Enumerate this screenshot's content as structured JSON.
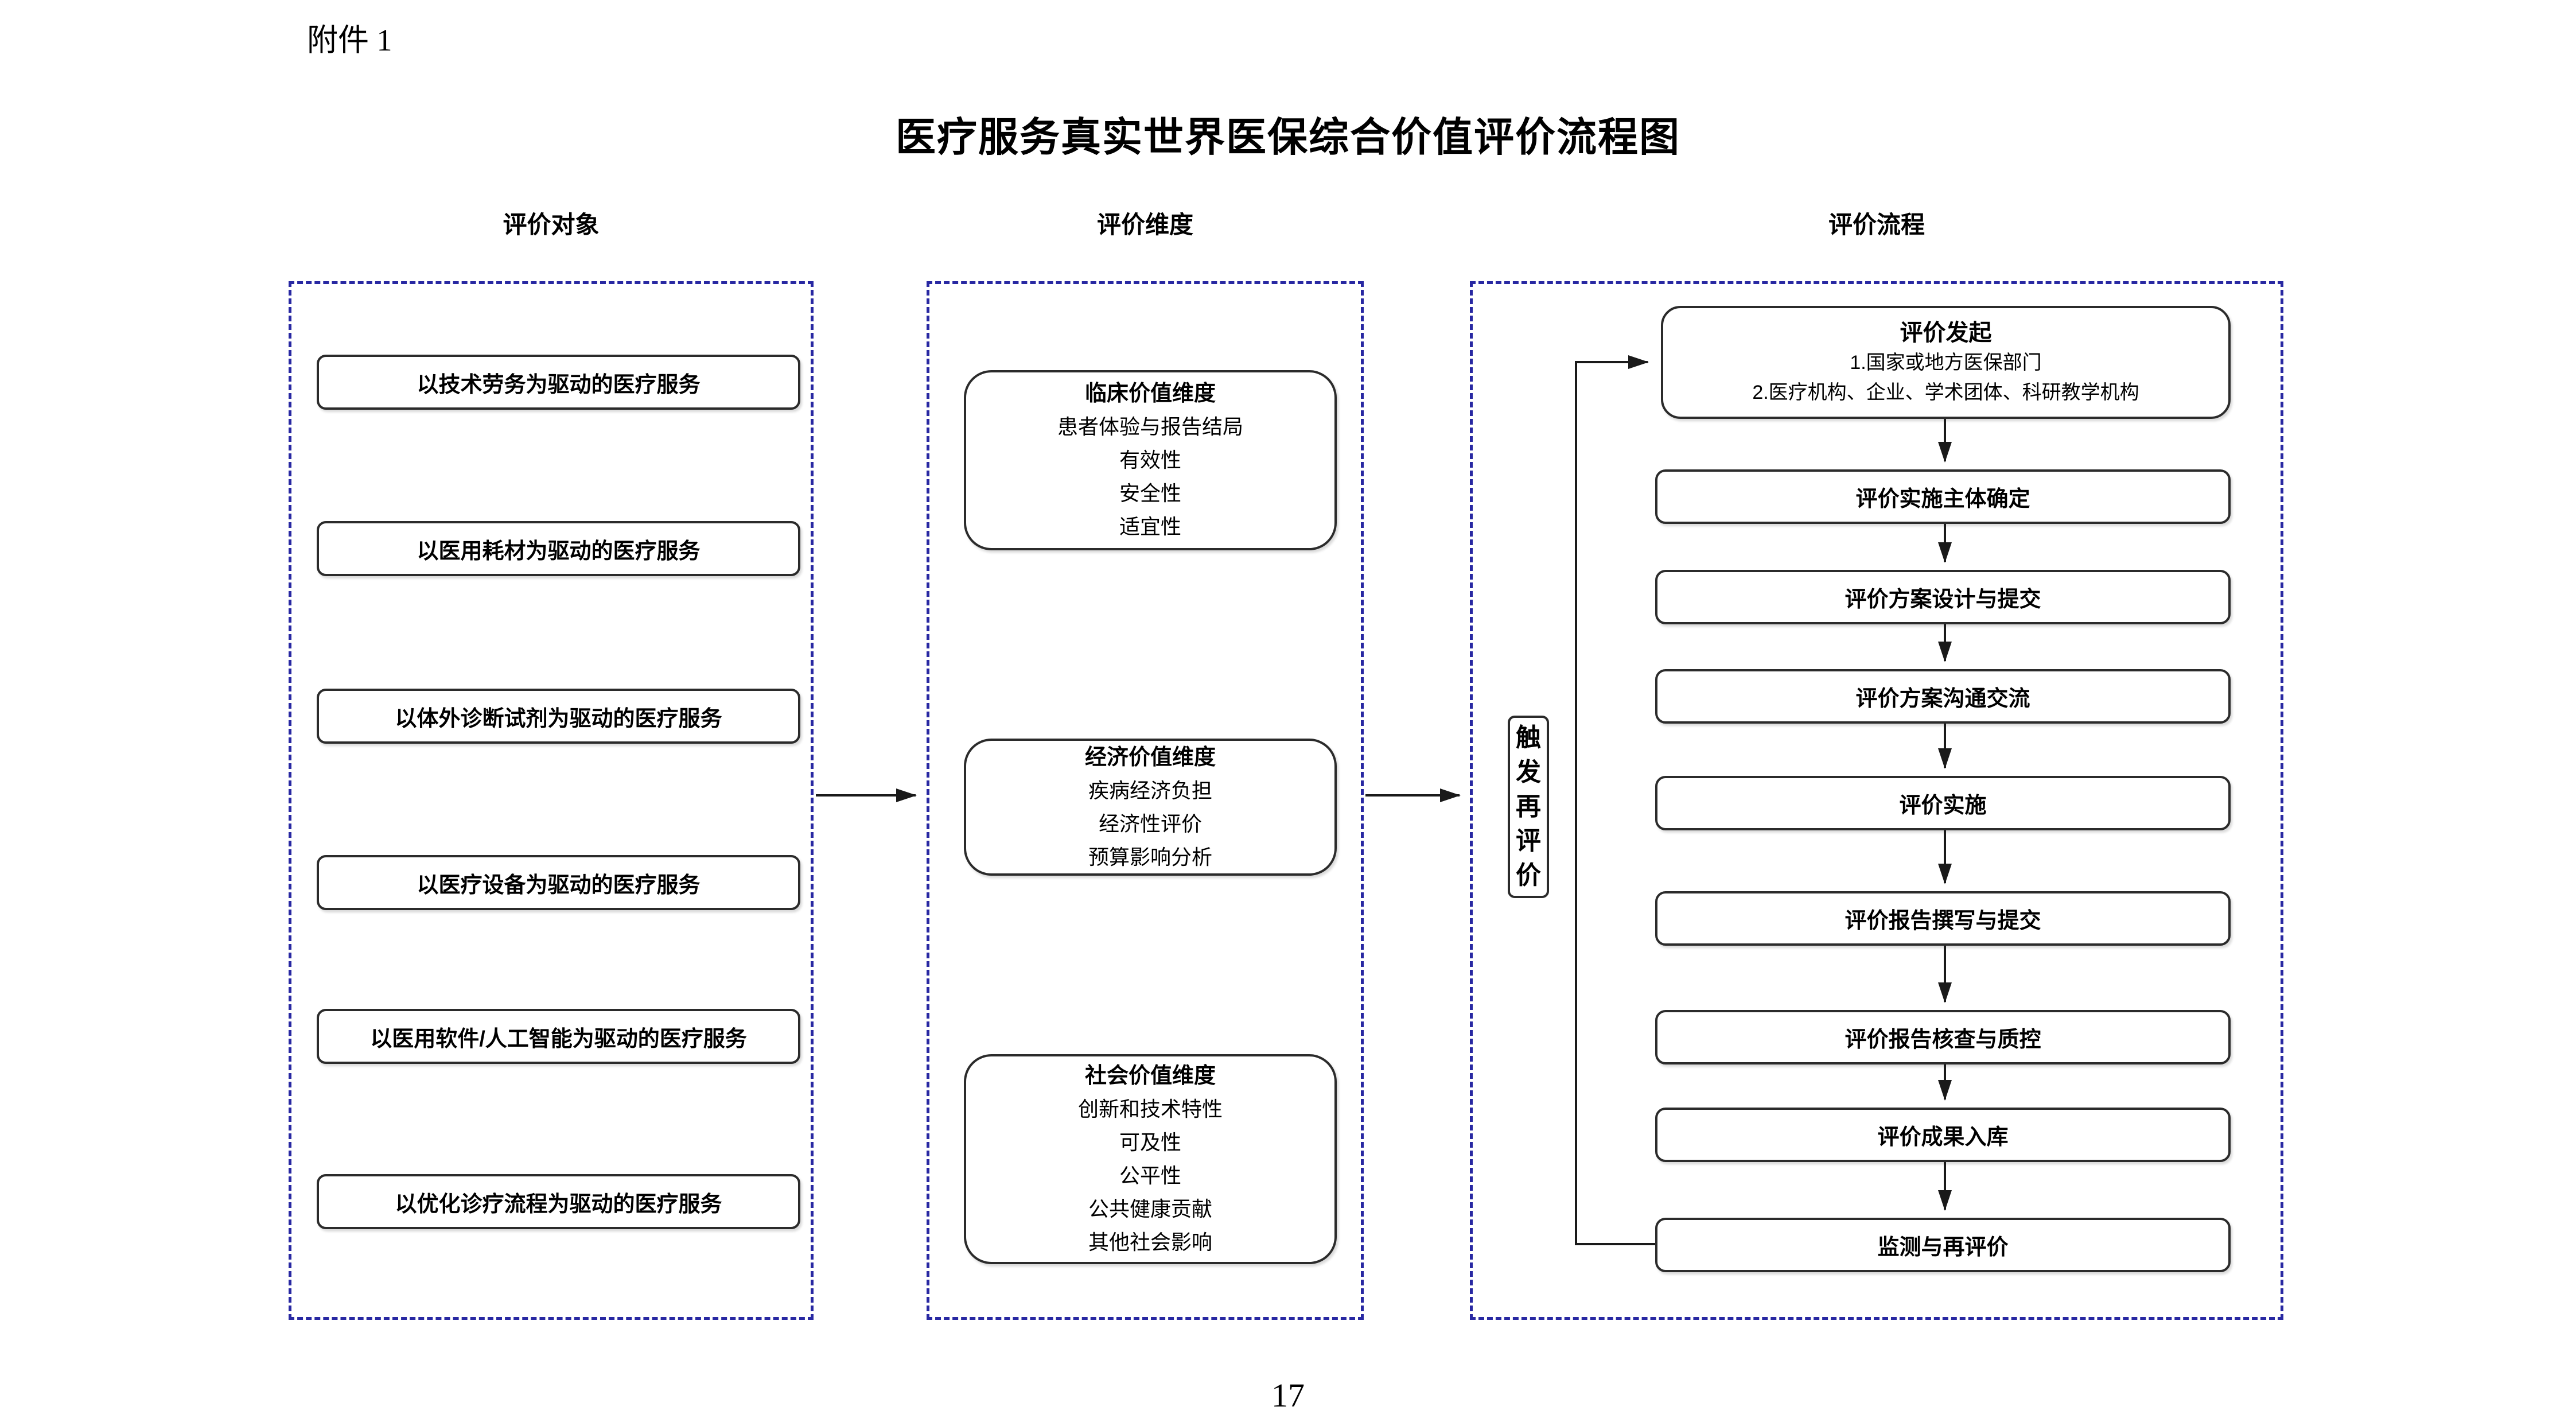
{
  "page": {
    "attachment_label": "附件 1",
    "title": "医疗服务真实世界医保综合价值评价流程图",
    "page_number": "17"
  },
  "columns": {
    "objects": {
      "header": "评价对象",
      "items": [
        "以技术劳务为驱动的医疗服务",
        "以医用耗材为驱动的医疗服务",
        "以体外诊断试剂为驱动的医疗服务",
        "以医疗设备为驱动的医疗服务",
        "以医用软件/人工智能为驱动的医疗服务",
        "以优化诊疗流程为驱动的医疗服务"
      ]
    },
    "dimensions": {
      "header": "评价维度",
      "boxes": [
        {
          "title": "临床价值维度",
          "lines": [
            "患者体验与报告结局",
            "有效性",
            "安全性",
            "适宜性"
          ]
        },
        {
          "title": "经济价值维度",
          "lines": [
            "疾病经济负担",
            "经济性评价",
            "预算影响分析"
          ]
        },
        {
          "title": "社会价值维度",
          "lines": [
            "创新和技术特性",
            "可及性",
            "公平性",
            "公共健康贡献",
            "其他社会影响"
          ]
        }
      ]
    },
    "process": {
      "header": "评价流程",
      "start": {
        "title": "评价发起",
        "lines": [
          "1.国家或地方医保部门",
          "2.医疗机构、企业、学术团体、科研教学机构"
        ]
      },
      "steps": [
        "评价实施主体确定",
        "评价方案设计与提交",
        "评价方案沟通交流",
        "评价实施",
        "评价报告撰写与提交",
        "评价报告核查与质控",
        "评价成果入库",
        "监测与再评价"
      ],
      "trigger_label": "触发再评价"
    }
  },
  "colors": {
    "dashed_border": "#2828A2",
    "box_border": "#2b2b2b",
    "arrow": "#1a1a1a",
    "text": "#000000",
    "background": "#ffffff"
  }
}
